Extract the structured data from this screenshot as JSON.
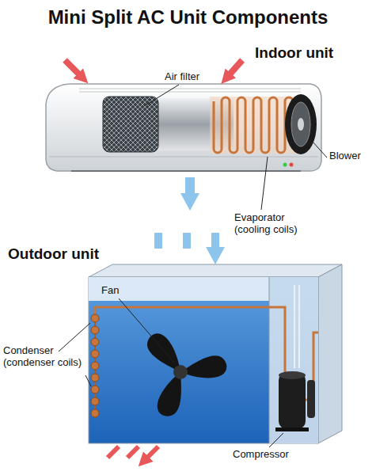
{
  "diagram": {
    "title": "Mini Split AC Unit Components",
    "labels": [
      "Indoor unit",
      "Air filter",
      "Blower",
      "Evaporator (cooling coils)",
      "Outdoor unit",
      "Fan",
      "Condenser (condenser coils)",
      "Compressor"
    ]
  }
}
